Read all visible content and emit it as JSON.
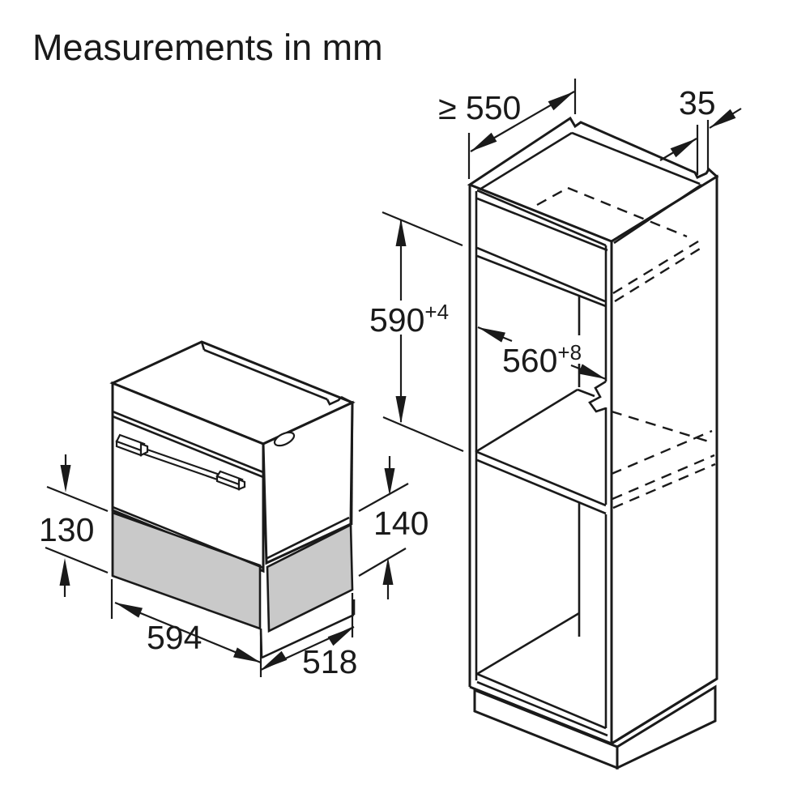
{
  "title": "Measurements in mm",
  "colors": {
    "line": "#1a1a1a",
    "panel_gray": "#c9c9c9",
    "background": "#ffffff"
  },
  "cabinet": {
    "niche_depth_min": "≥ 550",
    "rear_clearance": "35",
    "niche_height": {
      "value": "590",
      "tolerance": "+4"
    },
    "niche_width": {
      "value": "560",
      "tolerance": "+8"
    }
  },
  "appliance": {
    "front_panel_height": "130",
    "installation_height": "140",
    "width": "594",
    "depth": "518"
  }
}
